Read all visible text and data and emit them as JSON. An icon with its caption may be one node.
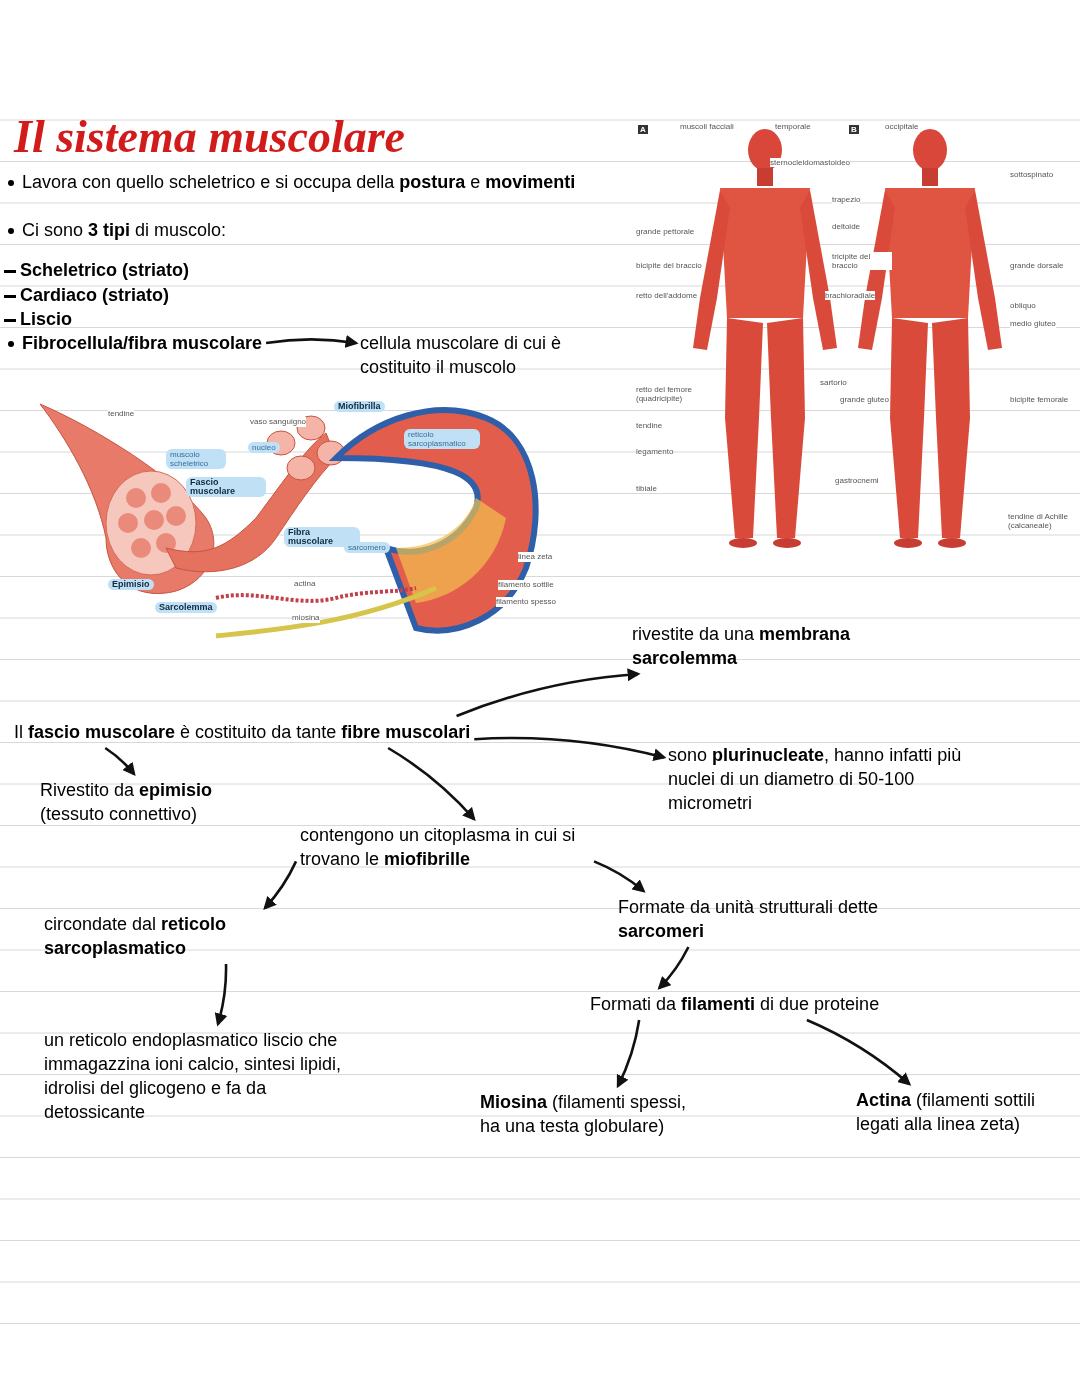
{
  "diagram": {
    "title": "Il sistema muscolare",
    "nodes": [
      {
        "text": [
          "**Fibrocellula/fibra muscolare**"
        ]
      },
      {
        "text": [
          "cellula muscolare di cui è costituito il muscolo"
        ]
      },
      {
        "text": [
          "Il **fascio muscolare** è costituito da tante **fibre muscolari**"
        ]
      },
      {
        "text": [
          "rivestite da una **membrana sarcolemma**"
        ]
      },
      {
        "text": [
          "Rivestito da **epimisio** (tessuto connettivo)"
        ]
      },
      {
        "text": [
          "contengono un citoplasma in cui si trovano le **miofibrille**"
        ]
      },
      {
        "text": [
          "sono **plurinucleate**, hanno infatti più nuclei di un diametro di 50-100 micrometri"
        ]
      },
      {
        "text": [
          "circondate dal **reticolo sarcoplasmatico**"
        ]
      },
      {
        "text": [
          "Formate da unità strutturali dette **sarcomeri**"
        ]
      },
      {
        "text": [
          "un reticolo endoplasmatico liscio che immagazzina ioni calcio, sintesi lipidi, idrolisi del glicogeno e fa da detossicante"
        ]
      },
      {
        "text": [
          "Formati da **filamenti** di due proteine"
        ]
      },
      {
        "text": [
          "**Miosina** (filamenti spessi, ha una testa globulare)"
        ]
      },
      {
        "text": [
          "**Actina** (filamenti sottili legati alla linea zeta)"
        ]
      }
    ],
    "edges": [
      {
        "from": 0,
        "to": 1,
        "arrow": "to"
      },
      {
        "from": 2,
        "to": 3,
        "arrow": "to"
      },
      {
        "from": 2,
        "to": 4,
        "arrow": "to"
      },
      {
        "from": 2,
        "to": 5,
        "arrow": "to"
      },
      {
        "from": 2,
        "to": 6,
        "arrow": "to"
      },
      {
        "from": 5,
        "to": 7,
        "arrow": "to"
      },
      {
        "from": 5,
        "to": 8,
        "arrow": "to"
      },
      {
        "from": 7,
        "to": 9,
        "arrow": "to"
      },
      {
        "from": 8,
        "to": 10,
        "arrow": "to"
      },
      {
        "from": 10,
        "to": 11,
        "arrow": "to"
      },
      {
        "from": 10,
        "to": 12,
        "arrow": "to"
      }
    ],
    "labels": [
      "Lavora con quello scheletrico e si occupa della **postura** e **movimenti**",
      "Ci sono **3 tipi** di muscolo:",
      "**Scheletrico (striato)**",
      "**Cardiaco (striato)**",
      "**Liscio**",
      "tendine",
      "muscolo scheletrico",
      "Fascio muscolare",
      "vaso sanguigno",
      "nucleo",
      "Miofibrilla",
      "reticolo sarcoplasmatico",
      "Fibra muscolare",
      "sarcomero",
      "linea zeta",
      "filamento sottile",
      "filamento spesso",
      "actina",
      "miosina",
      "Epimisio",
      "Sarcolemma",
      "A",
      "muscoli facciali",
      "temporale",
      "sternocleidomastoideo",
      "trapezio",
      "deltoide",
      "grande pettorale",
      "bicipite del braccio",
      "retto dell'addome",
      "brachioradiale",
      "B",
      "occipitale",
      "sottospinato",
      "tricipite del braccio",
      "grande dorsale",
      "obliquo",
      "medio gluteo",
      "sartorio",
      "retto del femore (quadricipite)",
      "tendine",
      "legamento",
      "tibiale",
      "grande gluteo",
      "bicipite femorale",
      "gastrocnemi",
      "tendine di Achille (calcaneale)"
    ]
  }
}
